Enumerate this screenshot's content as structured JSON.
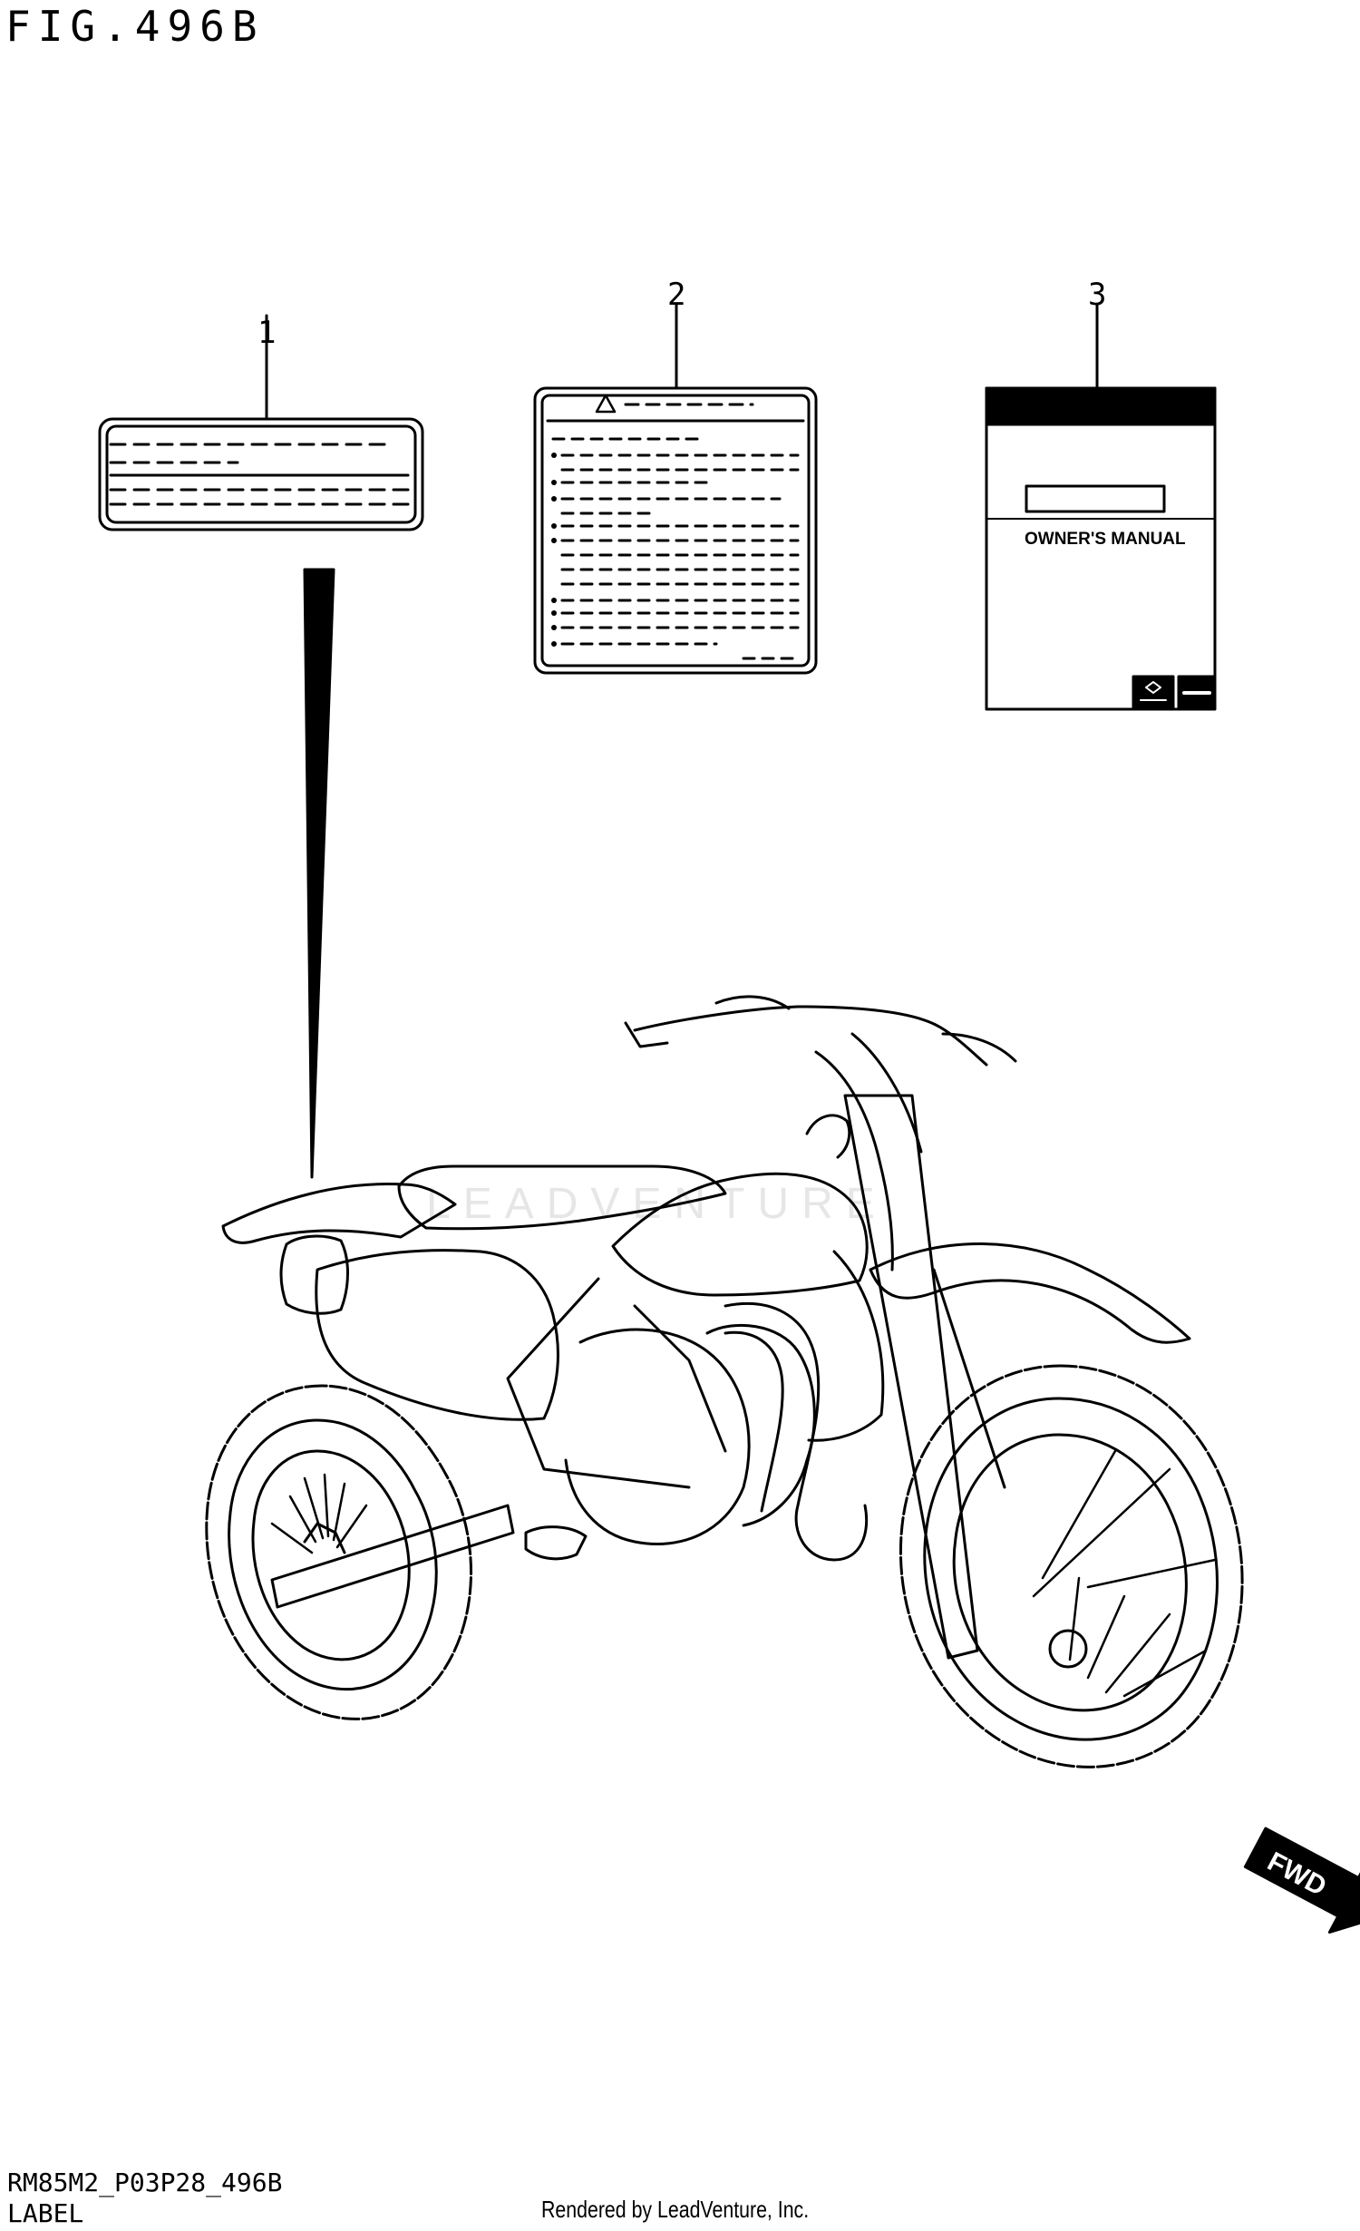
{
  "figure": {
    "title": "FIG.496B",
    "callouts": [
      "1",
      "2",
      "3"
    ],
    "fwd_label": "FWD"
  },
  "manual": {
    "title": "OWNER'S MANUAL"
  },
  "footer": {
    "code": "RM85M2_P03P28_496B",
    "label": "LABEL",
    "rendered_by": "Rendered by LeadVenture, Inc."
  },
  "watermark": "LEADVENTURE"
}
